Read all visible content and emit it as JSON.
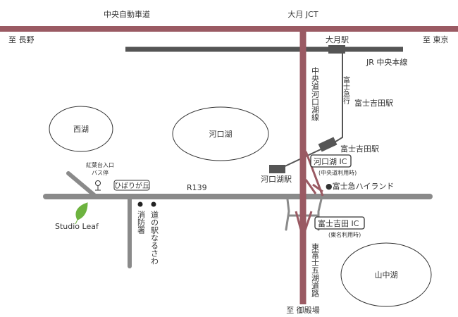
{
  "colors": {
    "expressway": "#9a5a63",
    "road": "#8a8a8a",
    "rail": "#555555",
    "leaf": "#6db33f"
  },
  "labels": {
    "chuo_expressway": "中央自動車道",
    "otsuki_jct": "大月 JCT",
    "to_nagano": "至 長野",
    "to_tokyo": "至 東京",
    "otsuki_station": "大月駅",
    "jr_line": "JR 中央本線",
    "fujikyu_line": "富士急行",
    "shimoyoshida_station": "富士吉田駅",
    "chuo_kawaguchiko_line": "中央道河口湖線",
    "saiko": "西湖",
    "kawaguchiko_lake": "河口湖",
    "fujisan_station": "富士吉田駅",
    "kawaguchiko_ic": "河口湖 IC",
    "kawaguchiko_ic_note": "(中央道利用時)",
    "kawaguchiko_station": "河口湖駅",
    "fujikyu_highland": "●富士急ハイランド",
    "bus_stop": "紅葉台入口",
    "bus_stop2": "バス停",
    "hibarigaoka": "ひばりが丘",
    "r139": "R139",
    "studio_leaf": "Studio Leaf",
    "fire_station": "消防署",
    "michinoeki": "道の駅なるさわ",
    "fujiyoshida_ic": "富士吉田 IC",
    "fujiyoshida_ic_note": "(東名利用時)",
    "higashi_fuji_road": "東富士五湖道路",
    "yamanakako": "山中湖",
    "to_gotemba": "至 御殿場"
  }
}
